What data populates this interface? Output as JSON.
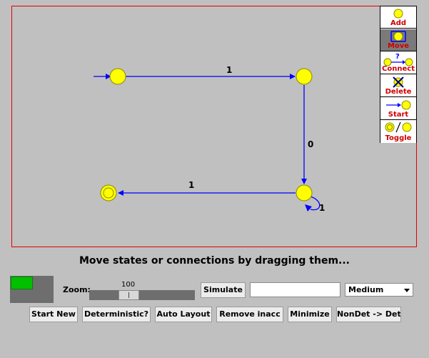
{
  "toolbar": {
    "tools": [
      {
        "label": "Add",
        "icon": "add-state-icon",
        "selected": false
      },
      {
        "label": "Move",
        "icon": "move-icon",
        "selected": true
      },
      {
        "label": "Connect",
        "icon": "connect-icon",
        "selected": false
      },
      {
        "label": "Delete",
        "icon": "delete-icon",
        "selected": false
      },
      {
        "label": "Start",
        "icon": "start-icon",
        "selected": false
      },
      {
        "label": "Toggle",
        "icon": "toggle-accept-icon",
        "selected": false
      }
    ]
  },
  "automaton": {
    "states": [
      {
        "id": "s0",
        "start": true,
        "accepting": false
      },
      {
        "id": "s1",
        "start": false,
        "accepting": false
      },
      {
        "id": "s2",
        "start": false,
        "accepting": false
      },
      {
        "id": "s3",
        "start": false,
        "accepting": true
      }
    ],
    "transitions": [
      {
        "from": "s0",
        "to": "s1",
        "label": "1"
      },
      {
        "from": "s1",
        "to": "s2",
        "label": "0"
      },
      {
        "from": "s2",
        "to": "s3",
        "label": "1"
      },
      {
        "from": "s2",
        "to": "s2",
        "label": "1"
      }
    ]
  },
  "status": {
    "message": "Move states or connections by dragging them..."
  },
  "controls": {
    "zoom_label": "Zoom:",
    "zoom_value": "100",
    "simulate_label": "Simulate",
    "simulate_input_value": "",
    "speed_selected": "Medium"
  },
  "buttons": {
    "start_new": "Start New",
    "deterministic": "Deterministic?",
    "auto_layout": "Auto Layout",
    "remove_inacc": "Remove inacc",
    "minimize": "Minimize",
    "nondet_det": "NonDet -> Det"
  },
  "colors": {
    "state_fill": "#ffff00",
    "edge": "#0000ff",
    "accent_red": "#d00000",
    "indicator_green": "#00c000"
  }
}
